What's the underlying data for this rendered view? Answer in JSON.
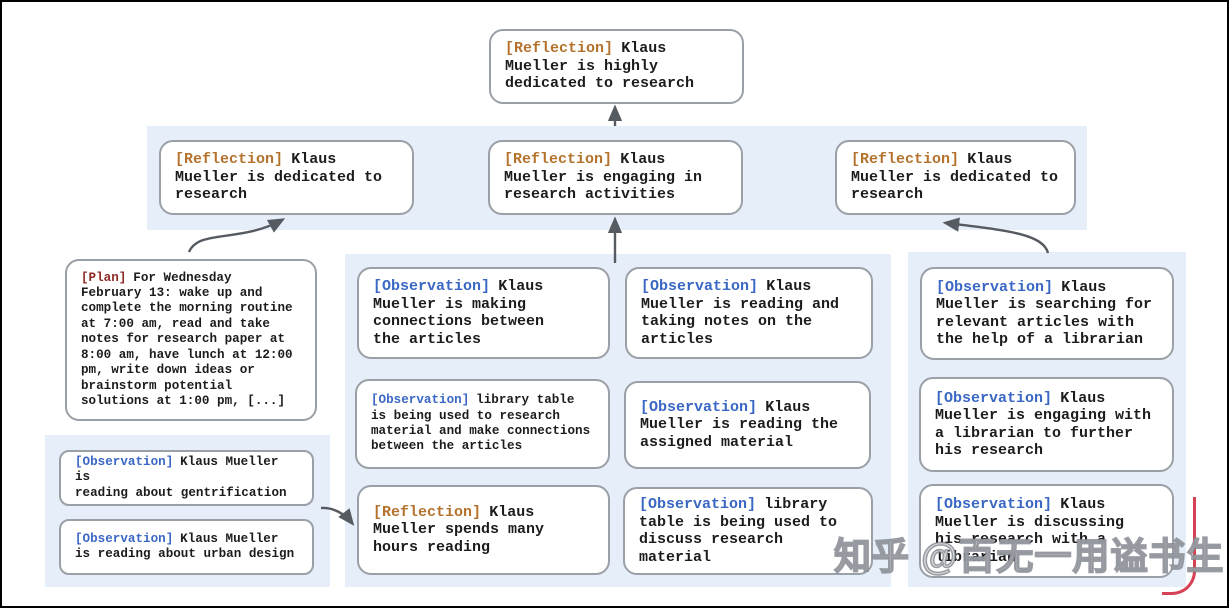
{
  "theme": {
    "band_bg": "#e6eefa",
    "box_border": "#9aa0a6",
    "text_color": "#1c1c1e",
    "reflection_tag": "#b4722c",
    "observation_tag": "#3a67c4",
    "plan_tag": "#8f2b25",
    "arrow": "#565b62",
    "red_mark": "#d64254",
    "frame": "#000000"
  },
  "watermark": {
    "text": "知乎 @百无一用谥书生"
  },
  "nodes": {
    "top_reflection": {
      "tag": "[Reflection]",
      "text": "Klaus\nMueller is highly\ndedicated to research"
    },
    "reflection_left": {
      "tag": "[Reflection]",
      "text": "Klaus\nMueller is dedicated to\nresearch"
    },
    "reflection_mid": {
      "tag": "[Reflection]",
      "text": "Klaus\nMueller is engaging in\nresearch activities"
    },
    "reflection_right": {
      "tag": "[Reflection]",
      "text": "Klaus\nMueller is dedicated to\nresearch"
    },
    "plan": {
      "tag": "[Plan]",
      "text": "For Wednesday\nFebruary 13: wake up and\ncomplete the morning routine\nat 7:00 am, read and take\nnotes for research paper at\n8:00 am, have lunch at 12:00\npm, write down ideas or\nbrainstorm potential\nsolutions at 1:00 pm, [...]"
    },
    "obs_gentrification": {
      "tag": "[Observation]",
      "text": "Klaus Mueller is\nreading about gentrification"
    },
    "obs_urban_design": {
      "tag": "[Observation]",
      "text": "Klaus Mueller\nis reading about urban design"
    },
    "obs_connections": {
      "tag": "[Observation]",
      "text": "Klaus\nMueller is making\nconnections between\nthe articles"
    },
    "obs_library_research": {
      "tag": "[Observation]",
      "text": "library table\nis being used to research\nmaterial and make connections\nbetween the articles"
    },
    "reflection_hours": {
      "tag": "[Reflection]",
      "text": "Klaus\nMueller spends many\nhours reading"
    },
    "obs_taking_notes": {
      "tag": "[Observation]",
      "text": "Klaus\nMueller is reading and\ntaking notes on the\narticles"
    },
    "obs_assigned": {
      "tag": "[Observation]",
      "text": "Klaus\nMueller is reading the\nassigned material"
    },
    "obs_library_discuss": {
      "tag": "[Observation]",
      "text": "library\ntable is being used to\ndiscuss research material"
    },
    "obs_searching": {
      "tag": "[Observation]",
      "text": "Klaus\nMueller is searching for\nrelevant articles with\nthe help of a librarian"
    },
    "obs_librarian_engage": {
      "tag": "[Observation]",
      "text": "Klaus\nMueller is engaging with\na librarian to further\nhis research"
    },
    "obs_librarian_discuss": {
      "tag": "[Observation]",
      "text": "Klaus\nMueller is discussing\nhis research with a\nlibrarian"
    }
  },
  "edges": [
    {
      "from": "reflection_mid",
      "to": "top_reflection"
    },
    {
      "from": "plan",
      "to": "reflection_left"
    },
    {
      "from": "middle_columns",
      "to": "reflection_mid"
    },
    {
      "from": "right_column",
      "to": "reflection_right"
    },
    {
      "from": "left_observations",
      "to": "reflection_hours"
    }
  ]
}
